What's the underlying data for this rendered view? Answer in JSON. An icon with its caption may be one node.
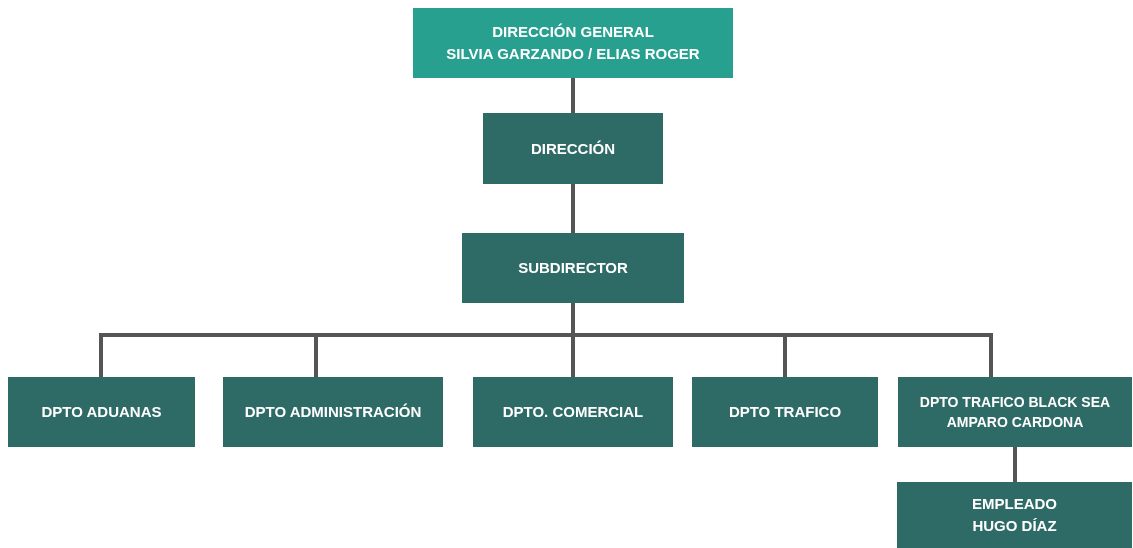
{
  "diagram": {
    "nodes": [
      {
        "text": [
          "DIRECCIÓN GENERAL",
          "SILVIA GARZANDO / ELIAS ROGER"
        ]
      },
      {
        "text": [
          "DIRECCIÓN"
        ]
      },
      {
        "text": [
          "SUBDIRECTOR"
        ]
      },
      {
        "text": [
          "DPTO ADUANAS"
        ]
      },
      {
        "text": [
          "DPTO ADMINISTRACIÓN"
        ]
      },
      {
        "text": [
          "DPTO. COMERCIAL"
        ]
      },
      {
        "text": [
          "DPTO TRAFICO"
        ]
      },
      {
        "text": [
          "DPTO TRAFICO BLACK SEA",
          "AMPARO CARDONA"
        ]
      },
      {
        "text": [
          "EMPLEADO",
          "HUGO DÍAZ"
        ]
      }
    ],
    "edges": [
      {
        "from": 0,
        "to": 1,
        "arrow": "none"
      },
      {
        "from": 1,
        "to": 2,
        "arrow": "none"
      },
      {
        "from": 2,
        "to": 3,
        "arrow": "none"
      },
      {
        "from": 2,
        "to": 4,
        "arrow": "none"
      },
      {
        "from": 2,
        "to": 5,
        "arrow": "none"
      },
      {
        "from": 2,
        "to": 6,
        "arrow": "none"
      },
      {
        "from": 2,
        "to": 7,
        "arrow": "none"
      },
      {
        "from": 7,
        "to": 8,
        "arrow": "none"
      }
    ]
  }
}
